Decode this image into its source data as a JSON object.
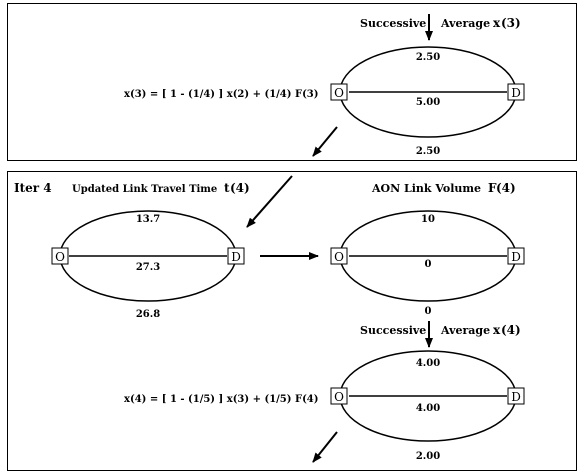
{
  "panel_top": {
    "label_successive": "Successive",
    "label_average": "Average",
    "label_x_main": "x",
    "label_x_sub": "(3)",
    "formula": "x(3) = [ 1 - (1/4) ] x(2) + (1/4) F(3)",
    "node_o": "O",
    "node_d": "D",
    "top_value": "2.50",
    "mid_value": "5.00",
    "bottom_value": "2.50"
  },
  "panel_bottom": {
    "iter_label": "Iter 4",
    "travel_time_title": "Updated Link Travel Time",
    "travel_time_symbol_main": "t",
    "travel_time_symbol_sub": "(4)",
    "tt_node_o": "O",
    "tt_node_d": "D",
    "tt_top": "13.7",
    "tt_mid": "27.3",
    "tt_bottom": "26.8",
    "aon_title": "AON Link Volume",
    "aon_symbol_main": "F",
    "aon_symbol_sub": "(4)",
    "aon_node_o": "O",
    "aon_node_d": "D",
    "aon_top": "10",
    "aon_mid": "0",
    "aon_bottom": "0",
    "label_successive": "Successive",
    "label_average": "Average",
    "label_x_main": "x",
    "label_x_sub": "(4)",
    "formula": "x(4) = [ 1 - (1/5) ] x(3) + (1/5) F(4)",
    "x4_node_o": "O",
    "x4_node_d": "D",
    "x4_top": "4.00",
    "x4_mid": "4.00",
    "x4_bottom": "2.00"
  }
}
